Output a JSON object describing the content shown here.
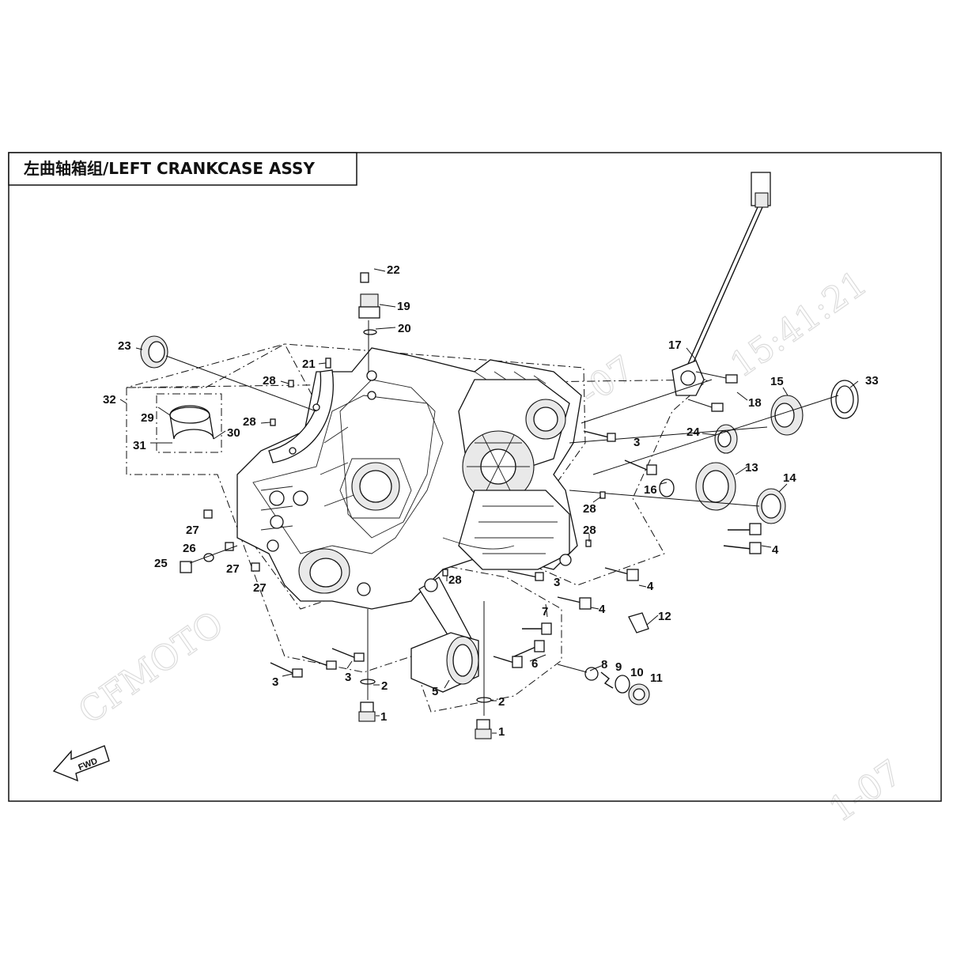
{
  "title": "左曲轴箱组/LEFT CRANKCASE ASSY",
  "watermark": {
    "brand": "CFMOTO",
    "time": "15:41:21",
    "date_fragment_1": "-07",
    "date_fragment_2": "1-07"
  },
  "fwd_label": "FWD",
  "callouts": {
    "c1a": "1",
    "c1b": "1",
    "c2a": "2",
    "c2b": "2",
    "c3a": "3",
    "c3b": "3",
    "c3c": "3",
    "c3d": "3",
    "c4a": "4",
    "c4b": "4",
    "c4c": "4",
    "c5": "5",
    "c6": "6",
    "c7": "7",
    "c8": "8",
    "c9": "9",
    "c10": "10",
    "c11": "11",
    "c12": "12",
    "c13": "13",
    "c14": "14",
    "c15": "15",
    "c16": "16",
    "c17": "17",
    "c18": "18",
    "c19": "19",
    "c20": "20",
    "c21": "21",
    "c22": "22",
    "c23": "23",
    "c24": "24",
    "c25": "25",
    "c26": "26",
    "c27a": "27",
    "c27b": "27",
    "c27c": "27",
    "c28a": "28",
    "c28b": "28",
    "c28c": "28",
    "c28d": "28",
    "c28e": "28",
    "c29": "29",
    "c30": "30",
    "c31": "31",
    "c32": "32",
    "c33": "33"
  }
}
